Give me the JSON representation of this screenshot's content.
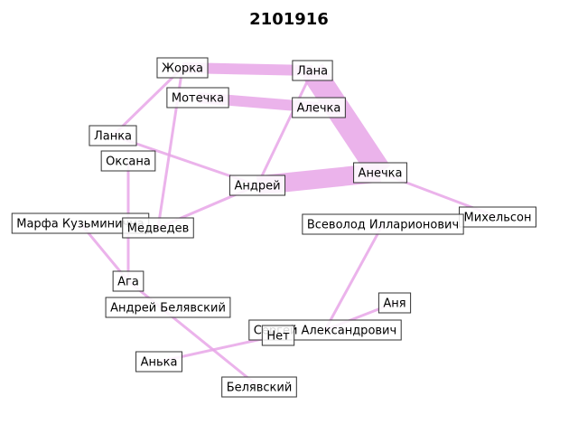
{
  "title": "2101916",
  "edge_color": "#e8a6e8",
  "nodes": [
    {
      "id": "zhorka",
      "label": "Жорка"
    },
    {
      "id": "lana",
      "label": "Лана"
    },
    {
      "id": "motechka",
      "label": "Мотечка"
    },
    {
      "id": "alechka",
      "label": "Алечка"
    },
    {
      "id": "lanka",
      "label": "Ланка"
    },
    {
      "id": "oksana",
      "label": "Оксана"
    },
    {
      "id": "andrey",
      "label": "Андрей"
    },
    {
      "id": "anechka",
      "label": "Анечка"
    },
    {
      "id": "mikhelson",
      "label": "Михельсон"
    },
    {
      "id": "vsevolod",
      "label": "Всеволод Илларионович"
    },
    {
      "id": "marfa",
      "label": "Марфа Кузьминична"
    },
    {
      "id": "medvedev",
      "label": "Медведев"
    },
    {
      "id": "aga",
      "label": "Ага"
    },
    {
      "id": "andrey_b",
      "label": "Андрей Белявский"
    },
    {
      "id": "anya",
      "label": "Аня"
    },
    {
      "id": "sergey",
      "label": "Сергей Александрович"
    },
    {
      "id": "net",
      "label": "Нет"
    },
    {
      "id": "anka",
      "label": "Анька"
    },
    {
      "id": "belyavsky",
      "label": "Белявский"
    }
  ],
  "edges": [
    {
      "from": "zhorka",
      "to": "lana",
      "weight": 4
    },
    {
      "from": "zhorka",
      "to": "lanka",
      "weight": 1
    },
    {
      "from": "zhorka",
      "to": "medvedev",
      "weight": 1
    },
    {
      "from": "motechka",
      "to": "alechka",
      "weight": 4
    },
    {
      "from": "lana",
      "to": "anechka",
      "weight": 9
    },
    {
      "from": "lana",
      "to": "andrey",
      "weight": 1
    },
    {
      "from": "lanka",
      "to": "andrey",
      "weight": 1
    },
    {
      "from": "andrey",
      "to": "anechka",
      "weight": 7
    },
    {
      "from": "andrey",
      "to": "medvedev",
      "weight": 1
    },
    {
      "from": "anechka",
      "to": "mikhelson",
      "weight": 1
    },
    {
      "from": "oksana",
      "to": "aga",
      "weight": 1
    },
    {
      "from": "marfa",
      "to": "aga",
      "weight": 1
    },
    {
      "from": "aga",
      "to": "belyavsky",
      "weight": 1
    },
    {
      "from": "vsevolod",
      "to": "sergey",
      "weight": 1
    },
    {
      "from": "sergey",
      "to": "anya",
      "weight": 1
    },
    {
      "from": "anka",
      "to": "net",
      "weight": 1
    }
  ]
}
